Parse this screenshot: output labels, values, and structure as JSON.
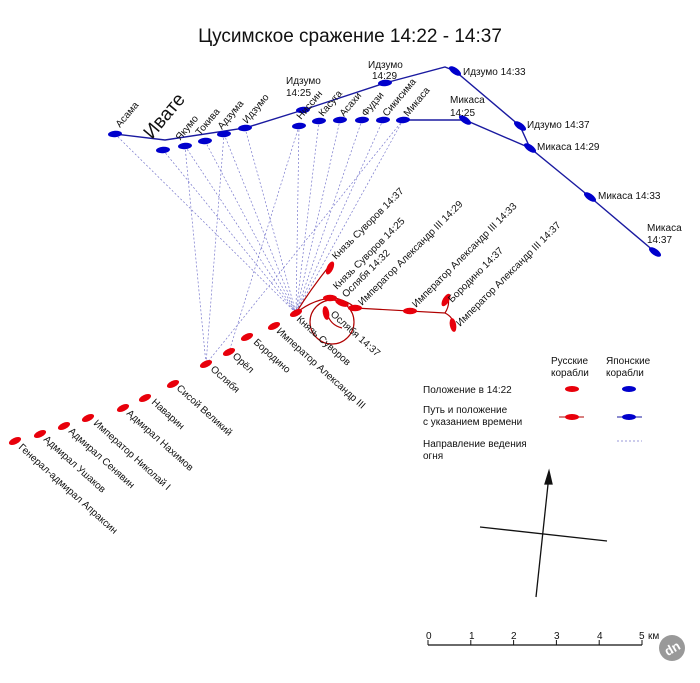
{
  "title": "Цусимское сражение 14:22 - 14:37",
  "colors": {
    "russian": "#e8000b",
    "japanese": "#0000cc",
    "russian_path": "#b00000",
    "japanese_path": "#1a1aa0"
  },
  "japanese": {
    "ships": [
      "Асама",
      "Ивате",
      "Якумо",
      "Токива",
      "Адзума",
      "Идзумо",
      "Ниссин",
      "Касуга",
      "Асахи",
      "Фудзи",
      "Сикисима",
      "Микаса"
    ],
    "timed": [
      "Идзумо 14:25",
      "Идзумо 14:29",
      "Идзумо 14:33",
      "Идзумо 14:37",
      "Микаса 14:25",
      "Микаса 14:29",
      "Микаса 14:33",
      "Микаса 14:37"
    ]
  },
  "russian": {
    "ships": [
      "Князь Суворов",
      "Император Александр III",
      "Бородино",
      "Орёл",
      "Ослябя",
      "Сисой Великий",
      "Наварин",
      "Адмирал Нахимов",
      "Император Николай I",
      "Адмирал Сенявин",
      "Адмирал Ушаков",
      "Генерал-адмирал Апраксин"
    ],
    "timed": [
      "Князь Суворов 14:37",
      "Князь Суворов 14:25",
      "Ослябя 14:32",
      "Император Александр III 14:29",
      "Император Александр III 14:33",
      "Бородино 14:37",
      "Император Александр III 14:37",
      "Ослябя 14:37"
    ]
  },
  "legend": {
    "russian_header": [
      "Русские",
      "корабли"
    ],
    "japanese_header": [
      "Японские",
      "корабли"
    ],
    "position": "Положение в 14:22",
    "path": [
      "Путь и положение",
      "с указанием времени"
    ],
    "fire": [
      "Направление ведения",
      "огня"
    ]
  },
  "scale": {
    "ticks": [
      "0",
      "1",
      "2",
      "3",
      "4",
      "5"
    ],
    "unit": "км"
  },
  "watermark": "dn"
}
